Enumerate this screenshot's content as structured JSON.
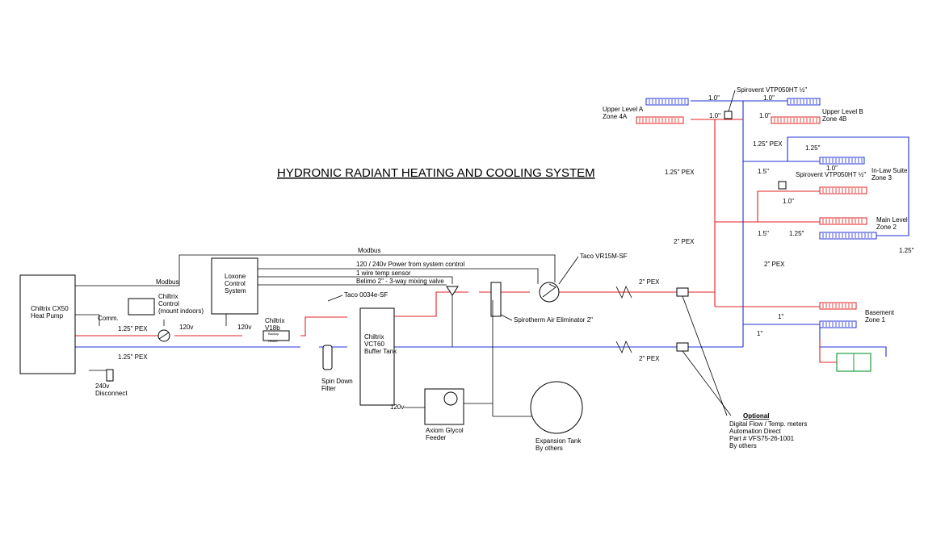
{
  "title": "HYDRONIC RADIANT HEATING AND COOLING SYSTEM",
  "equipment": {
    "heat_pump": "Chiltrix CX50\nHeat Pump",
    "chiltrix_control": "Chiltrix\nControl\n(mount indoors)",
    "loxone": "Loxone\nControl\nSystem",
    "buffer_tank": "Chiltrix\nVCT60\nBuffer Tank",
    "v18b": "Chiltrix\nV18b",
    "backup_heater": "Backup\nHeater",
    "spin_down": "Spin Down\nFilter",
    "glycol_feeder": "Axiom Glycol\nFeeder",
    "expansion_tank": "Expansion Tank\nBy others",
    "disconnect": "240v\nDisconnect",
    "pump_taco": "Taco VR15M-SF",
    "air_elim": "Spirotherm Air Eliminator 2\"",
    "mix_pump": "Taco 0034e-SF"
  },
  "wiring": {
    "modbus_top": "Modbus",
    "modbus_left": "Modbus",
    "power": "120 / 240v Power from system control",
    "temp_sensor": "1 wire temp sensor",
    "belimo": "Belimo 2\" - 3-way mixing valve",
    "comm": "Comm.",
    "v120_a": "120v",
    "v120_b": "120v",
    "v120_c": "120v"
  },
  "pipe_labels": {
    "hp_supply": "1.25\" PEX",
    "hp_return": "1.25\" PEX",
    "main_supply": "2\" PEX",
    "main_return": "2\" PEX",
    "riser_left": "1.25\" PEX",
    "riser_2in": "2\" PEX",
    "riser_2in_b": "2\" PEX",
    "zone4_top": "1.0\"",
    "zone4_top_b": "1.0\"",
    "zone4_mid": "1.0\"",
    "zone4_mid_b": "1.0\"",
    "zone3_a": "1.25\" PEX",
    "zone3_b": "1.25\"",
    "zone3_c": "1.0\"",
    "zone3_d": "1.5\"",
    "zone3_e": "1.0\"",
    "zone2_a": "1.5\"",
    "zone2_b": "1.25\"",
    "zone2_c": "1.25\"",
    "zone1_a": "1\"",
    "zone1_b": "1\""
  },
  "zones": {
    "upper_a": "Upper Level A\nZone 4A",
    "upper_b": "Upper Level B\nZone 4B",
    "inlaw": "In-Law Suite\nZone 3",
    "main": "Main Level\nZone 2",
    "basement": "Basement\nZone 1",
    "spirovent_top": "Spirovent VTP050HT ½\"",
    "spirovent_mid": "Spirovent VTP050HT ½\""
  },
  "optional": {
    "heading": "Optional",
    "body": "Digital Flow / Temp. meters\nAutomation Direct\nPart # VFS75-26-1001\nBy others"
  },
  "colors": {
    "supply": "#e02020",
    "return": "#2030d8",
    "line": "#000000"
  }
}
